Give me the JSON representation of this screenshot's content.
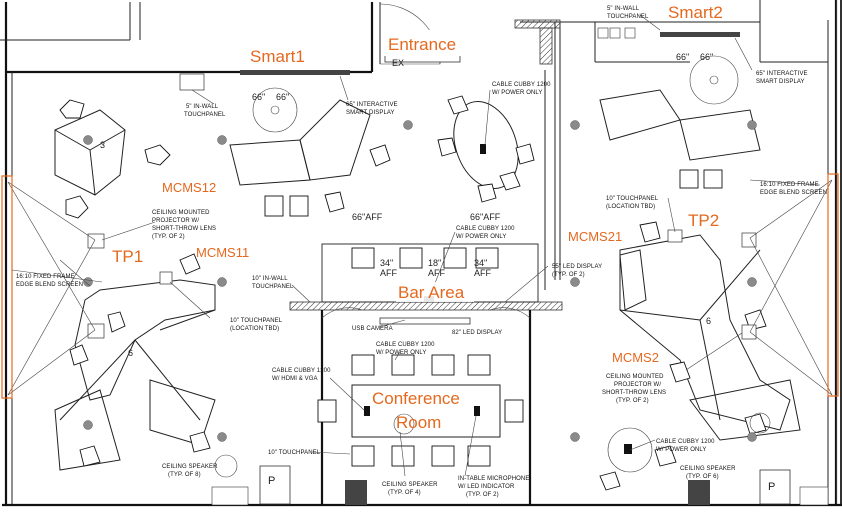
{
  "colors": {
    "label": "#e4691f",
    "line": "#222222",
    "post": "#8a8a8a"
  },
  "rooms": {
    "entrance": "Entrance",
    "smart1": "Smart1",
    "smart2": "Smart2",
    "mcms12": "MCMS12",
    "mcms11": "MCMS11",
    "mcms21": "MCMS21",
    "mcms2": "MCMS2",
    "tp1": "TP1",
    "tp2": "TP2",
    "bar_area": "Bar Area",
    "conference_line1": "Conference",
    "conference_line2": "Room"
  },
  "notes": {
    "in_wall_touchpanel_5_top": [
      "5\" IN-WALL",
      "TOUCHPANEL"
    ],
    "in_wall_touchpanel_5_left": [
      "5\" IN-WALL",
      "TOUCHPANEL"
    ],
    "interactive_display_left": [
      "65\" INTERACTIVE",
      "SMART DISPLAY"
    ],
    "interactive_display_right": [
      "65\" INTERACTIVE",
      "SMART DISPLAY"
    ],
    "cable_cubby_top": [
      "CABLE CUBBY 1200",
      "W/ POWER ONLY"
    ],
    "cable_cubby_bar": [
      "CABLE CUBBY 1200",
      "W/ POWER ONLY"
    ],
    "cable_cubby_conf": [
      "CABLE CUBBY 1200",
      "W/ POWER ONLY"
    ],
    "cable_cubby_hdmi": [
      "CABLE CUBBY 1200",
      "W/ HDMI & VGA"
    ],
    "cable_cubby_right": [
      "CABLE CUBBY 1200",
      "W/ POWER ONLY"
    ],
    "projector_left": [
      "CEILING MOUNTED",
      "PROJECTOR W/",
      "SHORT-THROW LENS",
      "(TYP. OF 2)"
    ],
    "projector_right": [
      "CEILING MOUNTED",
      "PROJECTOR W/",
      "SHORT-THROW LENS",
      "(TYP. OF 2)"
    ],
    "screen_left": [
      "16:10 FIXED FRAME",
      "EDGE BLEND SCREEN"
    ],
    "screen_right": [
      "16:10 FIXED FRAME",
      "EDGE BLEND SCREEN"
    ],
    "in_wall_touchpanel_10": [
      "10\" IN-WALL",
      "TOUCHPANEL"
    ],
    "touchpanel_10_left": [
      "10\" TOUCHPANEL",
      "(LOCATION TBD)"
    ],
    "touchpanel_10_right": [
      "10\" TOUCHPANEL",
      "(LOCATION TBD)"
    ],
    "touchpanel_10_conf": "10\" TOUCHPANEL",
    "led_display_55": [
      "55\" LED DISPLAY",
      "(TYP. OF 2)"
    ],
    "usb_camera": "USB CAMERA",
    "led_display_82": "82\" LED DISPLAY",
    "ceiling_speaker_8": [
      "CEILING SPEAKER",
      "(TYP. OF 8)"
    ],
    "ceiling_speaker_4": [
      "CEILING SPEAKER",
      "(TYP. OF 4)"
    ],
    "ceiling_speaker_6": [
      "CEILING SPEAKER",
      "(TYP. OF 6)"
    ],
    "microphone": [
      "IN-TABLE MICROPHONE",
      "W/ LED INDICATOR",
      "(TYP. OF 2)"
    ],
    "ex": "EX",
    "p_left": "P",
    "p_right": "P"
  },
  "dims": {
    "d1": "66\"",
    "d2": "66\"",
    "d3": "66\"",
    "d4": "66\"",
    "aff_left": "66\"AFF",
    "aff_right": "66\"AFF",
    "aff34_a": "34\"",
    "aff34_a2": "AFF",
    "aff18": "18\"",
    "aff18_2": "AFF",
    "aff34_b": "34\"",
    "aff34_b2": "AFF",
    "desk_3": "3",
    "desk_6a": "6",
    "desk_6b": "6"
  }
}
